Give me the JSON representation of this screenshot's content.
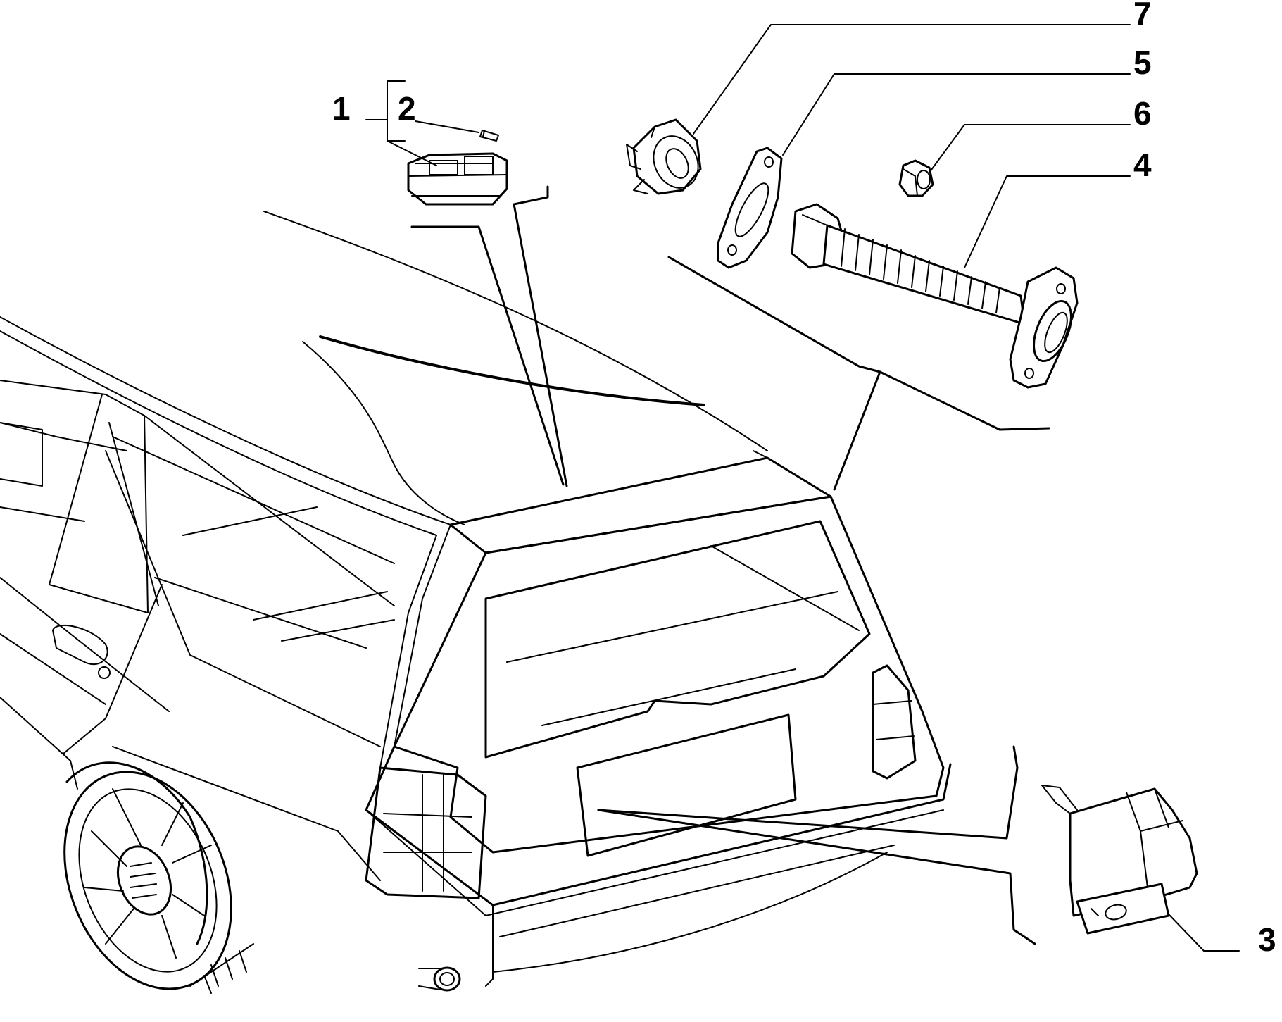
{
  "diagram": {
    "callouts": [
      {
        "id": "1",
        "label": "1"
      },
      {
        "id": "2",
        "label": "2"
      },
      {
        "id": "3",
        "label": "3"
      },
      {
        "id": "4",
        "label": "4"
      },
      {
        "id": "5",
        "label": "5"
      },
      {
        "id": "6",
        "label": "6"
      },
      {
        "id": "7",
        "label": "7"
      }
    ]
  },
  "colors": {
    "ink": "#000000",
    "paper": "#ffffff"
  }
}
